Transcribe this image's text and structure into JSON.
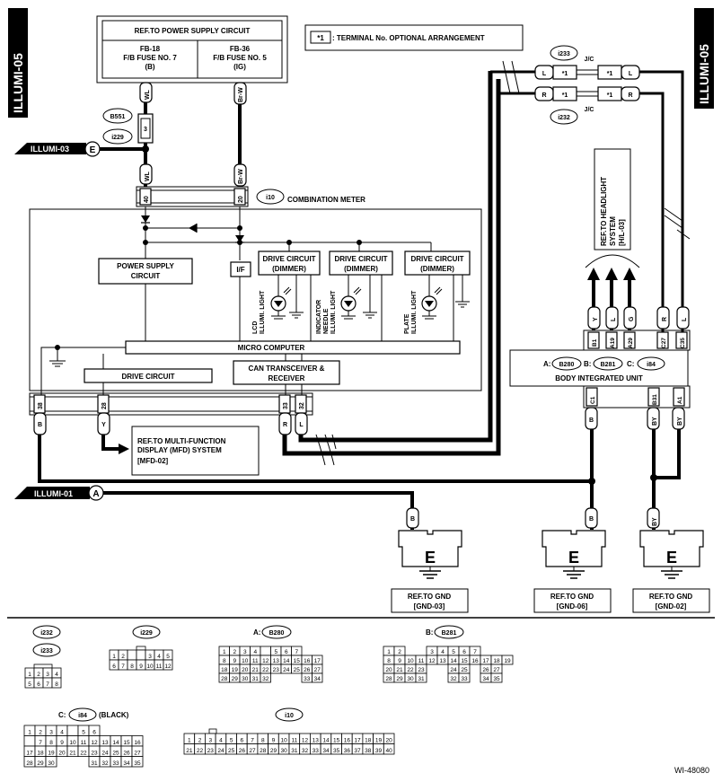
{
  "page_tag": "ILLUMI-05",
  "doc_id": "WI-48080",
  "power_supply": {
    "title": "REF.TO POWER SUPPLY CIRCUIT",
    "left_fuse": [
      "FB-18",
      "F/B FUSE NO. 7",
      "(B)"
    ],
    "right_fuse": [
      "FB-36",
      "F/B FUSE NO. 5",
      "(IG)"
    ]
  },
  "terminal_note": {
    "badge": "*1",
    "text": ": TERMINAL No. OPTIONAL ARRANGEMENT"
  },
  "jc": {
    "top_id": "i233",
    "bottom_id": "i232",
    "label": "J/C",
    "star": "*1"
  },
  "refs": {
    "illumi03": "ILLUMI-03",
    "illumi03_letter": "E",
    "illumi01": "ILLUMI-01",
    "illumi01_letter": "A"
  },
  "connectors_left": {
    "b551": "B551",
    "i229": "i229",
    "pin3": "3"
  },
  "combination_meter": {
    "id": "i10",
    "label": "COMBINATION METER",
    "power_supply_circuit": [
      "POWER SUPPLY",
      "CIRCUIT"
    ],
    "if_label": "I/F",
    "drive_dimmer": [
      "DRIVE CIRCUIT",
      "(DIMMER)"
    ],
    "lamps": [
      [
        "LCD",
        "ILLUMI. LIGHT"
      ],
      [
        "INDICATOR",
        "NEEDLE",
        "ILLUMI. LIGHT"
      ],
      [
        "PLATE",
        "ILLUMI. LIGHT"
      ]
    ],
    "micro_computer": "MICRO COMPUTER",
    "drive_circuit": "DRIVE CIRCUIT",
    "can_transceiver": [
      "CAN TRANSCEIVER &",
      "RECEIVER"
    ],
    "top_pins": [
      "40",
      "20"
    ],
    "bottom_pins": [
      "38",
      "28",
      "33",
      "32"
    ]
  },
  "wires": {
    "wl": "WL",
    "brw": "Br-W",
    "b": "B",
    "y": "Y",
    "r": "R",
    "l": "L",
    "g": "G",
    "by": "BY"
  },
  "mfd_ref": [
    "REF.TO MULTI-FUNCTION",
    "DISPLAY (MFD) SYSTEM",
    "[MFD-02]"
  ],
  "headlight_ref": [
    "REF.TO HEADLIGHT",
    "SYSTEM",
    "[H/L-03]"
  ],
  "biu": {
    "label": "BODY INTEGRATED UNIT",
    "conn_a": "B280",
    "conn_b": "B281",
    "conn_c": "i84",
    "prefix_a": "A:",
    "prefix_b": "B:",
    "prefix_c": "C:",
    "top_pins": [
      "B1",
      "A19",
      "A29",
      "C27",
      "C35"
    ],
    "top_wires": [
      "Y",
      "L",
      "G",
      "R",
      "L"
    ],
    "bottom_pins": [
      "C1",
      "B31",
      "A1"
    ]
  },
  "grounds": [
    {
      "letter": "E",
      "ref": [
        "REF.TO GND",
        "[GND-03]"
      ]
    },
    {
      "letter": "E",
      "ref": [
        "REF.TO GND",
        "[GND-06]"
      ]
    },
    {
      "letter": "E",
      "ref": [
        "REF.TO GND",
        "[GND-02]"
      ]
    }
  ],
  "legend": {
    "i232": "i232",
    "i233": "i233",
    "i229": "i229",
    "b280_prefix": "A:",
    "b280": "B280",
    "b281_prefix": "B:",
    "b281": "B281",
    "i84_prefix": "C:",
    "i84": "i84",
    "i84_note": "(BLACK)",
    "i10": "i10"
  }
}
